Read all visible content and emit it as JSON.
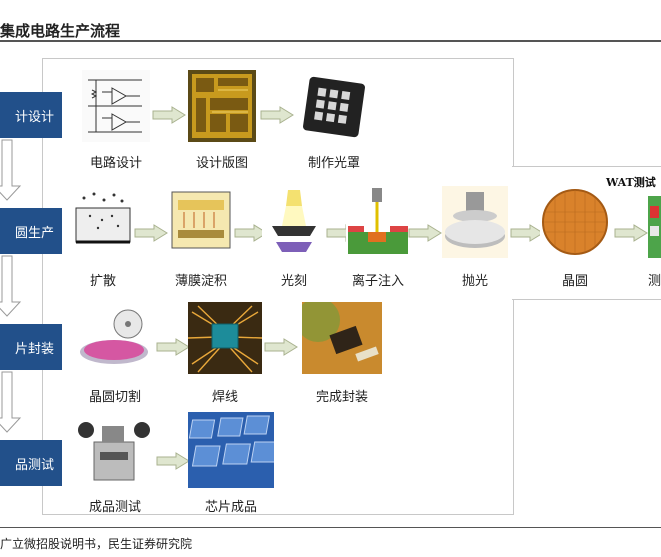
{
  "title": "集成电路生产流程",
  "source": "广立微招股说明书，民生证券研究院",
  "stages": [
    {
      "label": "计设计"
    },
    {
      "label": "圆生产"
    },
    {
      "label": "片封装"
    },
    {
      "label": "品测试"
    }
  ],
  "row1": [
    "电路设计",
    "设计版图",
    "制作光罩"
  ],
  "row2": [
    "扩散",
    "薄膜淀积",
    "光刻",
    "离子注入",
    "抛光",
    "晶圆",
    "测"
  ],
  "row3": [
    "晶圆切割",
    "焊线",
    "完成封装"
  ],
  "row4": [
    "成品测试",
    "芯片成品"
  ],
  "wat_label": "WAT测试",
  "colors": {
    "stage_fill": "#22508a",
    "arrow_fill": "#dfe6cf",
    "arrow_stroke": "#a9b28f"
  }
}
